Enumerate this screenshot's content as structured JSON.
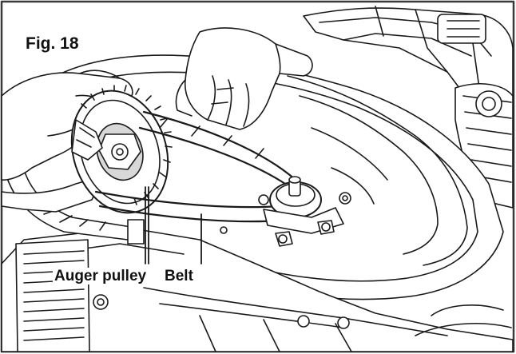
{
  "figure": {
    "title": "Fig. 18",
    "labels": {
      "auger_pulley": "Auger pulley",
      "belt": "Belt"
    }
  },
  "colors": {
    "line": "#1a1a1a",
    "fill": "#ffffff",
    "shade": "#d8d8d8",
    "frame": "#3a3a3a"
  },
  "icons": {
    "hands": "hand-icon",
    "pulley": "pulley-icon",
    "belt": "belt-icon",
    "bolt": "bolt-icon"
  }
}
